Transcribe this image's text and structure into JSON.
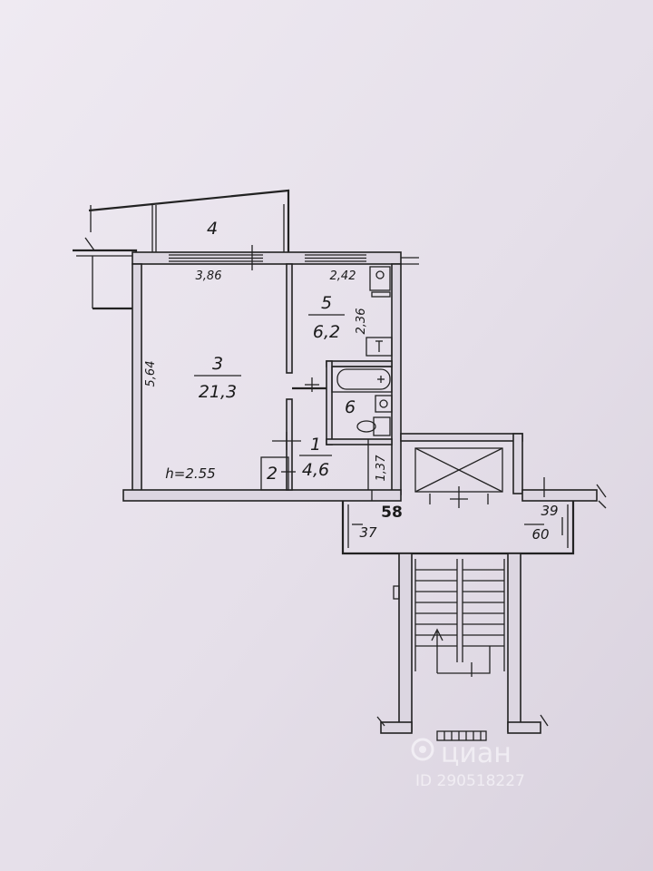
{
  "plan": {
    "rooms": {
      "balcony": {
        "number": "4"
      },
      "living": {
        "number": "3",
        "area": "21,3"
      },
      "kitchen": {
        "number": "5",
        "area": "6,2"
      },
      "bathroom": {
        "number": "6"
      },
      "hall": {
        "number": "1",
        "area": "4,6"
      },
      "closet": {
        "number": "2"
      }
    },
    "dimensions": {
      "living_width": "3,86",
      "kitchen_width": "2,42",
      "living_depth": "5,64",
      "kitchen_depth": "2,36",
      "hall_depth": "1,37",
      "ceiling_height": "h=2.55"
    },
    "landing": {
      "apartment_no": "58",
      "neighbor_left": "37",
      "neighbor_right_top": "39",
      "neighbor_right_bottom": "60"
    }
  },
  "watermark": {
    "brand": "циан",
    "id": "ID 290518227"
  }
}
